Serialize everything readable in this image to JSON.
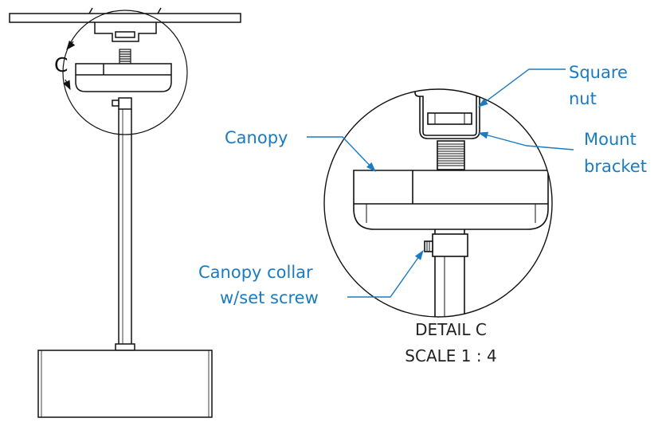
{
  "colors": {
    "line": "#111111",
    "callout": "#1b7bc2",
    "caption": "#222222",
    "background": "#ffffff"
  },
  "view_label": "C",
  "callouts": {
    "canopy": "Canopy",
    "square_nut": [
      "Square",
      "nut"
    ],
    "mount_bracket": [
      "Mount",
      "bracket"
    ],
    "collar": [
      "Canopy collar",
      "w/set screw"
    ]
  },
  "caption": {
    "line1": "DETAIL C",
    "line2": "SCALE 1 : 4"
  }
}
